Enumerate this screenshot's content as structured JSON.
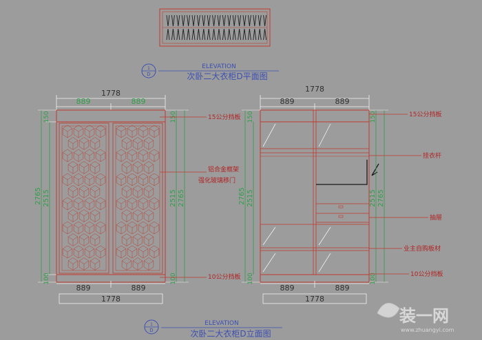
{
  "plan": {
    "tag": "ELEVATION",
    "title": "次卧二大衣柜D平面图",
    "marker_top": "1",
    "marker_bottom": "D"
  },
  "elevation": {
    "tag": "ELEVATION",
    "title": "次卧二大衣柜D立面图",
    "marker_top": "1",
    "marker_bottom": "D"
  },
  "left": {
    "total_width": "1778",
    "half_top_left": "889",
    "half_top_right": "889",
    "half_bottom_left": "889",
    "half_bottom_right": "889",
    "bottom_width": "1778",
    "top_board": "150",
    "bottom_board": "100",
    "inner_height": "2515",
    "outer_height": "2765",
    "right_inner_height": "2515",
    "right_outer_height": "2765"
  },
  "right": {
    "total_width": "1778",
    "half_top_left": "889",
    "half_top_right": "889",
    "half_bottom_left": "889",
    "half_bottom_right": "889",
    "bottom_width": "1778",
    "top_board": "150",
    "bottom_board": "100",
    "inner_height": "2515",
    "outer_height": "2765",
    "right_inner_height": "2515",
    "right_outer_height": "2765"
  },
  "labels": {
    "top_board_left": "15公分挡板",
    "door_line1": "铝合金框架",
    "door_line2": "强化玻璃移门",
    "bottom_board_left": "10公分挡板",
    "top_board_right": "15公分挡板",
    "hanging_rod": "挂衣杆",
    "drawer": "抽屉",
    "owner_board": "业主自购板材",
    "bottom_board_right": "10公分挡板"
  },
  "watermark": {
    "brand": "装一网",
    "url": "www.zhuangyi.com"
  }
}
